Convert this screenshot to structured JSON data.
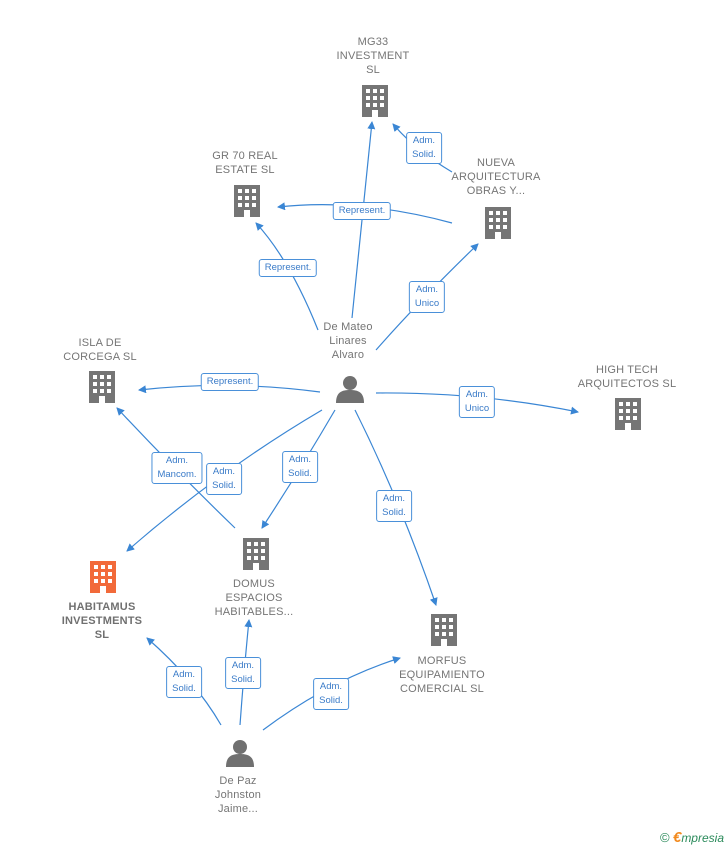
{
  "colors": {
    "edge": "#3a86d4",
    "node_default": "#757575",
    "node_highlight": "#f26a3a",
    "person": "#707070"
  },
  "nodes": {
    "mg33": {
      "label": "MG33\nINVESTMENT\nSL",
      "kind": "company"
    },
    "gr70": {
      "label": "GR 70 REAL\nESTATE  SL",
      "kind": "company"
    },
    "nueva": {
      "label": "NUEVA\nARQUITECTURA\nOBRAS Y...",
      "kind": "company"
    },
    "isla": {
      "label": "ISLA DE\nCORCEGA  SL",
      "kind": "company"
    },
    "hightech": {
      "label": "HIGH TECH\nARQUITECTOS SL",
      "kind": "company"
    },
    "habitamus": {
      "label": "HABITAMUS\nINVESTMENTS\nSL",
      "kind": "company-highlight"
    },
    "domus": {
      "label": "DOMUS\nESPACIOS\nHABITABLES...",
      "kind": "company"
    },
    "morfus": {
      "label": "MORFUS\nEQUIPAMIENTO\nCOMERCIAL SL",
      "kind": "company"
    },
    "demateo": {
      "label": "De Mateo\nLinares\nAlvaro",
      "kind": "person"
    },
    "depaz": {
      "label": "De Paz\nJohnston\nJaime...",
      "kind": "person"
    }
  },
  "edges": [
    {
      "id": "e1",
      "label": "Adm.\nSolid."
    },
    {
      "id": "e2",
      "label": "Represent."
    },
    {
      "id": "e3",
      "label": "Adm.\nSolid."
    },
    {
      "id": "e4",
      "label": "Represent."
    },
    {
      "id": "e5",
      "label": "Adm.\nUnico"
    },
    {
      "id": "e6",
      "label": "Represent."
    },
    {
      "id": "e7",
      "label": "Adm.\nUnico"
    },
    {
      "id": "e8",
      "label": "Adm.\nMancom."
    },
    {
      "id": "e9",
      "label": "Adm.\nSolid."
    },
    {
      "id": "e10",
      "label": "Adm.\nSolid."
    },
    {
      "id": "e11",
      "label": "Adm.\nSolid."
    },
    {
      "id": "e12",
      "label": "Adm.\nSolid."
    },
    {
      "id": "e13",
      "label": "Adm.\nSolid."
    },
    {
      "id": "e14",
      "label": "Adm.\nSolid."
    }
  ],
  "footer": {
    "copyright": "©",
    "brand_initial": "€",
    "brand_rest": "mpresia"
  }
}
